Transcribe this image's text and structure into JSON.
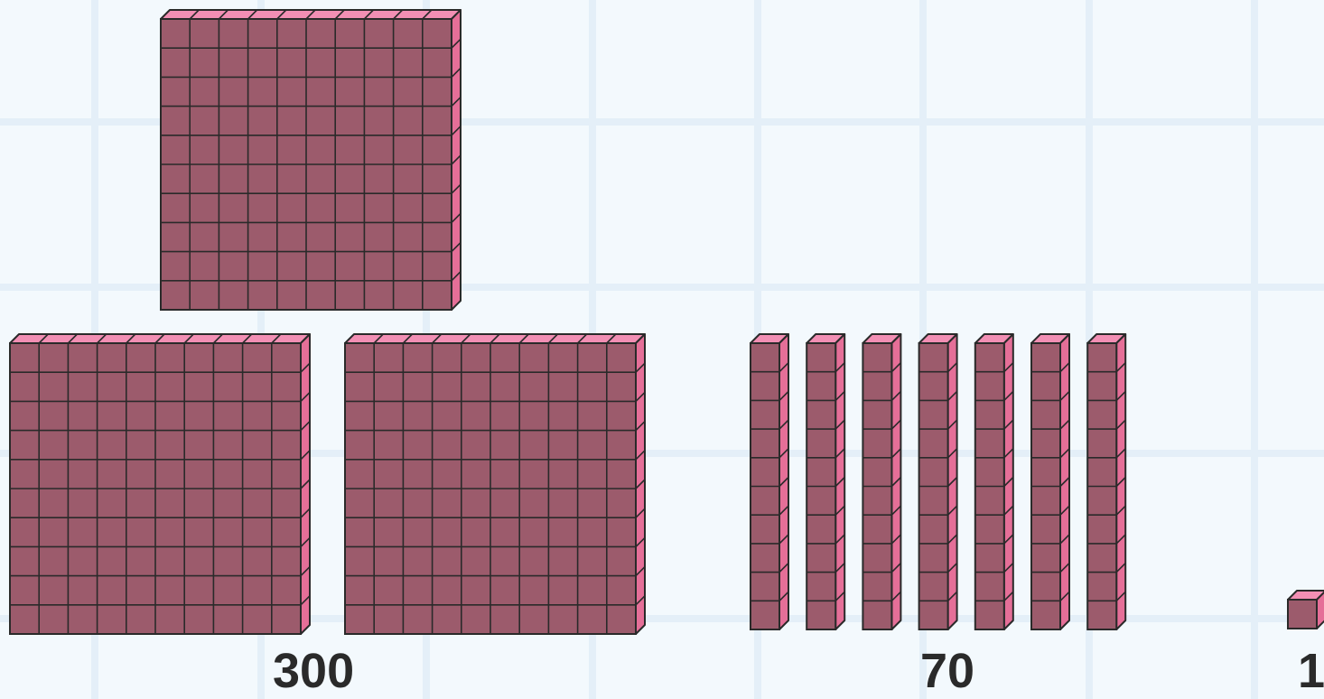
{
  "colors": {
    "background": "#f3f9fd",
    "grid": "#e4eff8",
    "block_front": "#9c5b6c",
    "block_side": "#e56f98",
    "block_top": "#f28fb4",
    "outline": "#2a2a2a",
    "label": "#2a2a2a"
  },
  "groups": {
    "hundreds": {
      "label": "300",
      "count": 3,
      "unit": "flat"
    },
    "tens": {
      "label": "70",
      "count": 7,
      "unit": "rod"
    },
    "ones": {
      "label": "1",
      "count": 1,
      "unit": "cube"
    }
  }
}
